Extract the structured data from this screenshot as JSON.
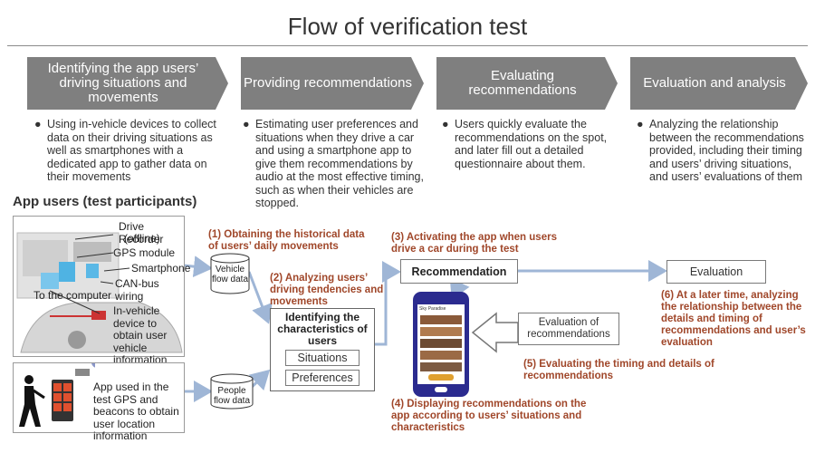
{
  "title": "Flow of verification test",
  "stages": [
    {
      "label": "Identifying the app users’ driving situations and movements",
      "description": "Using in-vehicle devices to collect data on their driving situations as well as smartphones with a dedicated app to gather data on their movements"
    },
    {
      "label": "Providing recommendations",
      "description": "Estimating user preferences and situations when they drive a car and using a smartphone app to give them recommendations by audio at the most effective timing, such as when their vehicles are stopped."
    },
    {
      "label": "Evaluating recommendations",
      "description": "Users quickly evaluate the recommendations on the spot, and later fill out a detailed questionnaire about them."
    },
    {
      "label": "Evaluation and analysis",
      "description": "Analyzing the relationship between the recommendations provided, including their timing and users’ driving situations, and users’ evaluations of them"
    }
  ],
  "bullet": "●",
  "section_label": "App users (test participants)",
  "car_panel": {
    "drive_recorder": "Drive Recorder",
    "offline": "(offline)",
    "gps_module": "GPS module",
    "smartphone": "Smartphone",
    "can_bus": "CAN-bus wiring",
    "to_computer": "To the computer",
    "in_vehicle": "In-vehicle device to obtain user vehicle information"
  },
  "app_panel": {
    "text": "App used in the test GPS and beacons to obtain user location information"
  },
  "cylinders": {
    "vehicle": "Vehicle flow data",
    "people": "People flow data"
  },
  "steps": {
    "s1": "(1) Obtaining the historical data of users’ daily movements",
    "s2": "(2) Analyzing users’ driving tendencies and movements",
    "s3": "(3) Activating the app when users drive a car during the test",
    "s4": "(4) Displaying recommendations on the app according to users’ situations and characteristics",
    "s5": "(5) Evaluating the timing and details of recommendations",
    "s6": "(6) At a later time, analyzing the relationship between the details and timing of recommendations and user’s evaluation"
  },
  "characteristics": {
    "title": "Identifying the characteristics of users",
    "situations": "Situations",
    "preferences": "Preferences"
  },
  "recommendation": "Recommendation",
  "evaluation": "Evaluation",
  "evaluation_of_recs": "Evaluation of recommendations",
  "phone_header": "Sky Paradise",
  "colors": {
    "stage": "#7f7f7f",
    "step_text": "#a0472a",
    "arrow": "#9fb6d6",
    "phone": "#2b2b8f"
  }
}
